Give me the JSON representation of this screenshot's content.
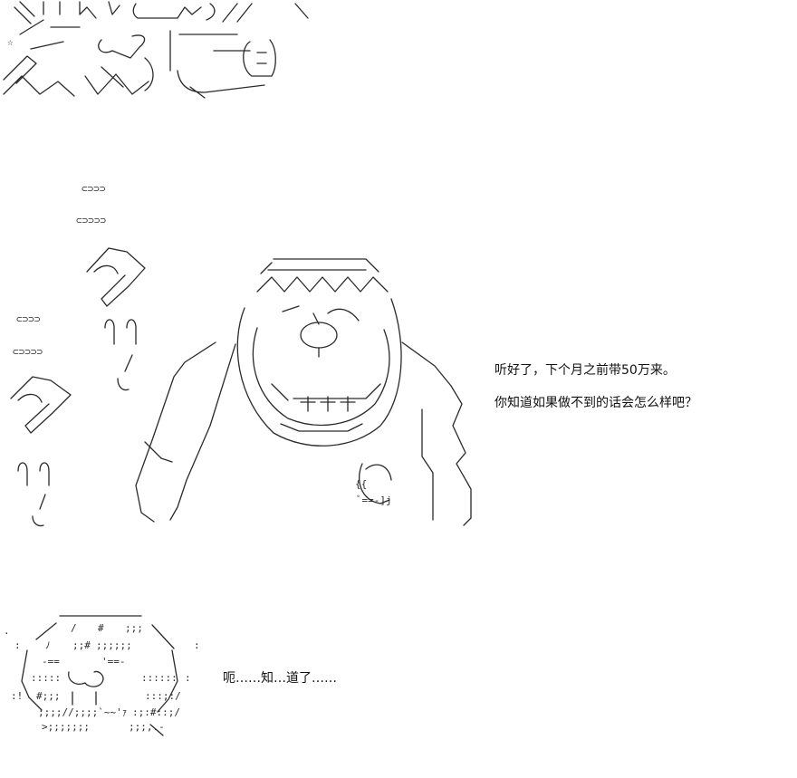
{
  "dialogue": {
    "line1": "听好了，下个月之前带50万来。",
    "line2": "你知道如果做不到的话会怎么样吧？",
    "line3": "呃……知…道了……"
  },
  "colors": {
    "ink": "#2a2a2a",
    "background": "#ffffff"
  }
}
